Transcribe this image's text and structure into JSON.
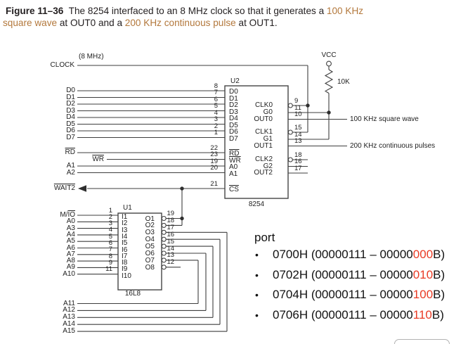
{
  "caption": {
    "fig_label": "Figure 11–36",
    "line1_text": "  The 8254 interfaced to an 8 MHz clock so that it generates a ",
    "line1_accent": "100 KHz",
    "line2_accent1": "square wave",
    "line2_mid": " at OUT0 and a ",
    "line2_accent2": "200 KHz continuous pulse",
    "line2_end": " at OUT1."
  },
  "circuit": {
    "clock_label": "CLOCK",
    "clock_freq": "(8 MHz)",
    "vcc_label": "VCC",
    "resistor_label": "10K",
    "out0_note": "100 KHz square wave",
    "out1_note": "200 KHz continuous pulses",
    "u2": {
      "ref": "U2",
      "part": "8254",
      "left_pins": [
        {
          "signal": "D0",
          "pin": "8",
          "inner": "D0"
        },
        {
          "signal": "D1",
          "pin": "7",
          "inner": "D1"
        },
        {
          "signal": "D2",
          "pin": "6",
          "inner": "D2"
        },
        {
          "signal": "D3",
          "pin": "5",
          "inner": "D3"
        },
        {
          "signal": "D4",
          "pin": "4",
          "inner": "D4"
        },
        {
          "signal": "D5",
          "pin": "3",
          "inner": "D5"
        },
        {
          "signal": "D6",
          "pin": "2",
          "inner": "D6"
        },
        {
          "signal": "D7",
          "pin": "1",
          "inner": "D7"
        },
        {
          "signal": "RD",
          "pin": "22",
          "inner": "RD",
          "ov": true,
          "inner_ov": true
        },
        {
          "signal": "WR",
          "pin": "23",
          "inner": "WR",
          "ov": true,
          "inner_ov": true,
          "indent": true
        },
        {
          "signal": "A1",
          "pin": "19",
          "inner": "A0"
        },
        {
          "signal": "A2",
          "pin": "20",
          "inner": "A1"
        },
        {
          "signal": "WAIT2",
          "pin": "21",
          "inner": "CS",
          "ov": true,
          "inner_ov": true,
          "arrow": true
        }
      ],
      "right_pins": [
        {
          "inner": "CLK0",
          "pin": "9"
        },
        {
          "inner": "G0",
          "pin": "11"
        },
        {
          "inner": "OUT0",
          "pin": "10"
        },
        {
          "inner": "CLK1",
          "pin": "15"
        },
        {
          "inner": "G1",
          "pin": "14"
        },
        {
          "inner": "OUT1",
          "pin": "13"
        },
        {
          "inner": "CLK2",
          "pin": "18"
        },
        {
          "inner": "G2",
          "pin": "16"
        },
        {
          "inner": "OUT2",
          "pin": "17"
        }
      ]
    },
    "u1": {
      "ref": "U1",
      "part": "16L8",
      "inputs": [
        {
          "signal": "M/IO",
          "pin": "1",
          "inner": "I1",
          "ov_part": true
        },
        {
          "signal": "A0",
          "pin": "2",
          "inner": "I2"
        },
        {
          "signal": "A3",
          "pin": "3",
          "inner": "I3"
        },
        {
          "signal": "A4",
          "pin": "4",
          "inner": "I4"
        },
        {
          "signal": "A5",
          "pin": "5",
          "inner": "I5"
        },
        {
          "signal": "A6",
          "pin": "6",
          "inner": "I6"
        },
        {
          "signal": "A7",
          "pin": "7",
          "inner": "I7"
        },
        {
          "signal": "A8",
          "pin": "8",
          "inner": "I8"
        },
        {
          "signal": "A9",
          "pin": "9",
          "inner": "I9"
        },
        {
          "signal": "A10",
          "pin": "11",
          "inner": "I10"
        }
      ],
      "outputs": [
        {
          "inner": "O1",
          "pin": "19"
        },
        {
          "inner": "O2",
          "pin": "18"
        },
        {
          "inner": "O3",
          "pin": "17"
        },
        {
          "inner": "O4",
          "pin": "16"
        },
        {
          "inner": "O5",
          "pin": "15"
        },
        {
          "inner": "O6",
          "pin": "14"
        },
        {
          "inner": "O7",
          "pin": "13"
        },
        {
          "inner": "O8",
          "pin": "12"
        }
      ],
      "feedback": [
        "A11",
        "A12",
        "A13",
        "A14",
        "A15"
      ]
    }
  },
  "port": {
    "header": "port",
    "bullet": "•",
    "items": [
      {
        "prefix": "0700H (00000111 – 00000",
        "red": "000",
        "suffix": "B)"
      },
      {
        "prefix": "0702H (00000111 – 00000",
        "red": "010",
        "suffix": "B)"
      },
      {
        "prefix": "0704H (00000111 – 00000",
        "red": "100",
        "suffix": "B)"
      },
      {
        "prefix": "0706H (00000111 – 00000",
        "red": "110",
        "suffix": "B)"
      }
    ]
  },
  "colors": {
    "accent_tan": "#b3783c",
    "bit_red": "#e93b25",
    "wire": "#3e3e3e"
  }
}
